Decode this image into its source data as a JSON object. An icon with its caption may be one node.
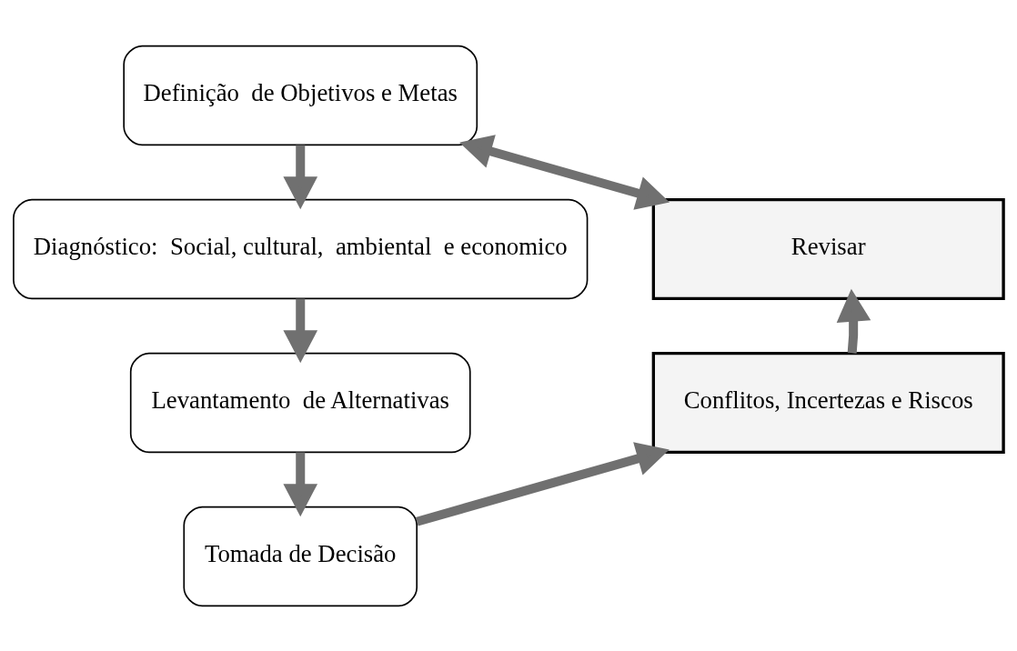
{
  "diagram": {
    "nodes": [
      {
        "text": [
          "Definição  de Objetivos e Metas"
        ]
      },
      {
        "text": [
          "Diagnóstico:  Social, cultural,  ambiental  e economico"
        ]
      },
      {
        "text": [
          "Levantamento  de Alternativas"
        ]
      },
      {
        "text": [
          "Tomada de Decisão"
        ]
      },
      {
        "text": [
          "Revisar"
        ]
      },
      {
        "text": [
          "Conflitos, Incertezas e Riscos"
        ]
      }
    ],
    "edges": [
      {
        "from": 0,
        "to": 1,
        "arrow": "to"
      },
      {
        "from": 1,
        "to": 2,
        "arrow": "to"
      },
      {
        "from": 2,
        "to": 3,
        "arrow": "to"
      },
      {
        "from": 3,
        "to": 5,
        "arrow": "to"
      },
      {
        "from": 5,
        "to": 4,
        "arrow": "to"
      },
      {
        "from": 4,
        "to": 0,
        "arrow": "both"
      }
    ]
  }
}
